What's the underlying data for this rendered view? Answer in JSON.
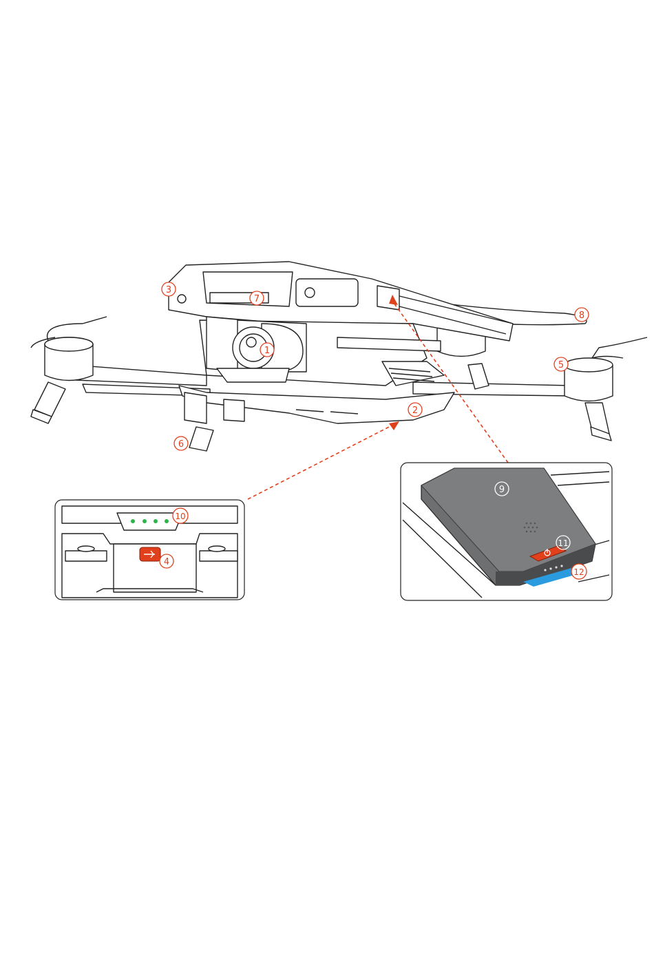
{
  "callouts": [
    {
      "id": "1",
      "label": "1"
    },
    {
      "id": "2",
      "label": "2"
    },
    {
      "id": "3",
      "label": "3"
    },
    {
      "id": "4",
      "label": "4"
    },
    {
      "id": "5",
      "label": "5"
    },
    {
      "id": "6",
      "label": "6"
    },
    {
      "id": "7",
      "label": "7"
    },
    {
      "id": "8",
      "label": "8"
    },
    {
      "id": "9",
      "label": "9"
    },
    {
      "id": "10",
      "label": "10"
    },
    {
      "id": "11",
      "label": "11"
    },
    {
      "id": "12",
      "label": "12"
    }
  ],
  "colors": {
    "accent": "#e0401c",
    "battery_body": "#6e6f71",
    "status_led": "#2db34a",
    "light_strip": "#2b9be0"
  },
  "icons": {
    "usb_port": "usb-icon",
    "power_button": "power-icon"
  }
}
